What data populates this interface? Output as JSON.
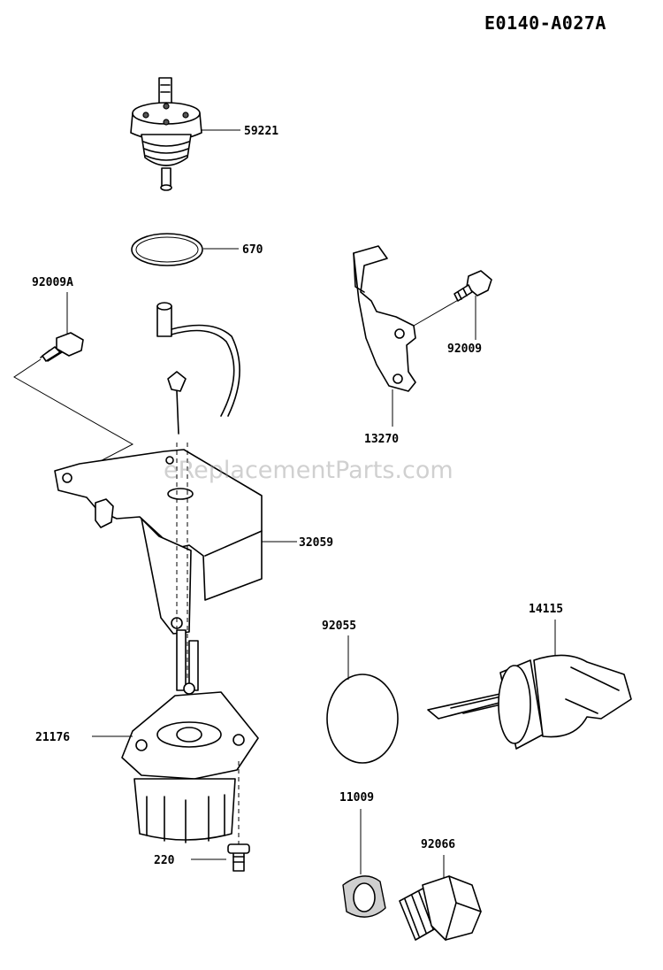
{
  "diagram_id": "E0140-A027A",
  "watermark": "eReplacementParts.com",
  "parts": [
    {
      "id": "59221"
    },
    {
      "id": "670"
    },
    {
      "id": "92009A"
    },
    {
      "id": "92009"
    },
    {
      "id": "13270"
    },
    {
      "id": "32059"
    },
    {
      "id": "92055"
    },
    {
      "id": "14115"
    },
    {
      "id": "21176"
    },
    {
      "id": "11009"
    },
    {
      "id": "92066"
    },
    {
      "id": "220"
    }
  ]
}
